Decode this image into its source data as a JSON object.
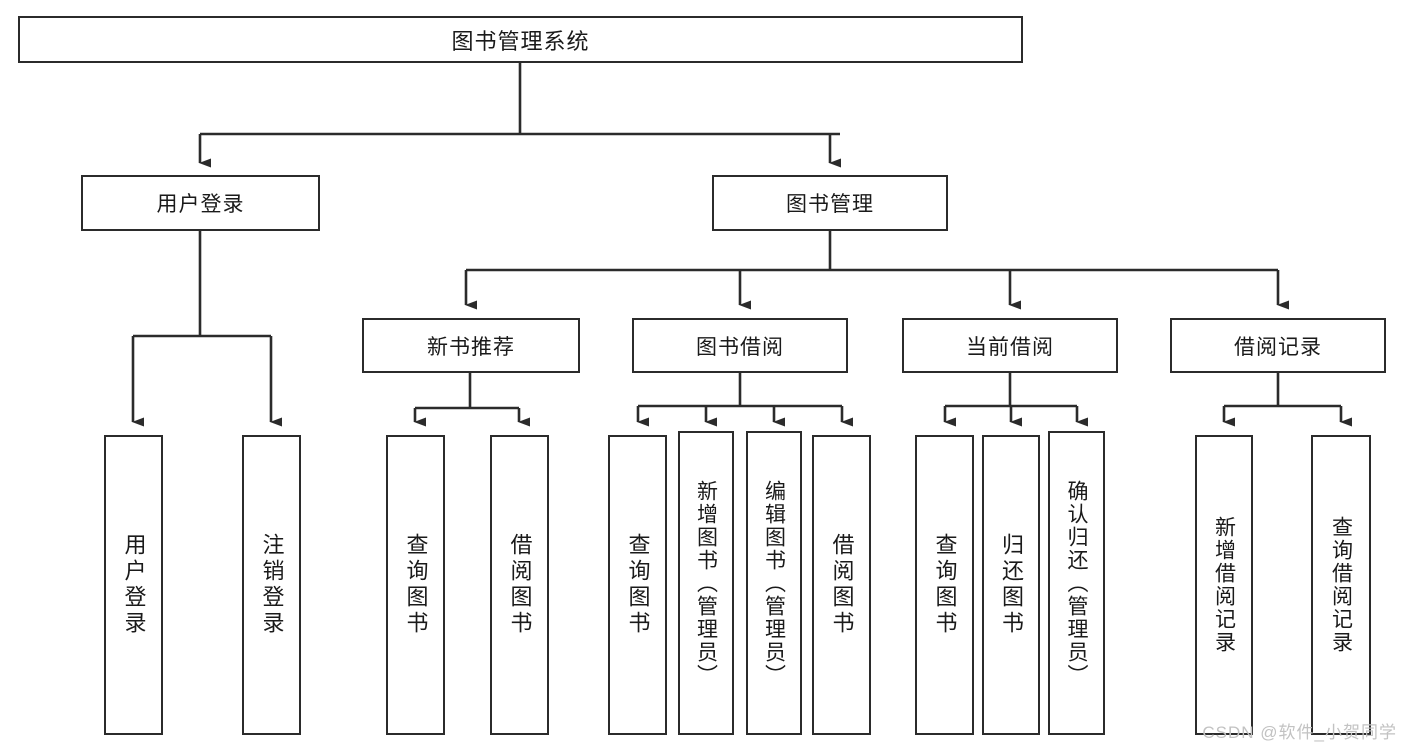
{
  "diagram": {
    "title": "图书管理系统",
    "type": "tree",
    "watermark": "CSDN @软件_小贺同学",
    "colors": {
      "box_border": "#2b2b2b",
      "box_fill": "#ffffff",
      "connector": "#2b2b2b",
      "text": "#1a1a1a",
      "watermark": "#c2c2c2"
    },
    "levels": {
      "root": {
        "label": "图书管理系统"
      },
      "level1": [
        {
          "id": "login",
          "label": "用户登录"
        },
        {
          "id": "book-manage",
          "label": "图书管理"
        }
      ],
      "level2": [
        {
          "id": "new-book",
          "label": "新书推荐"
        },
        {
          "id": "borrow",
          "label": "图书借阅"
        },
        {
          "id": "current-borrow",
          "label": "当前借阅"
        },
        {
          "id": "borrow-record",
          "label": "借阅记录"
        }
      ],
      "leaves": {
        "login": [
          {
            "id": "user-login",
            "label": "用户登录"
          },
          {
            "id": "user-logout",
            "label": "注销登录"
          }
        ],
        "new-book": [
          {
            "id": "query-book-1",
            "label": "查询图书"
          },
          {
            "id": "borrow-book-1",
            "label": "借阅图书"
          }
        ],
        "borrow": [
          {
            "id": "query-book-2",
            "label": "查询图书"
          },
          {
            "id": "add-book",
            "label": "新增图书（管理员）"
          },
          {
            "id": "edit-book",
            "label": "编辑图书（管理员）"
          },
          {
            "id": "borrow-book-2",
            "label": "借阅图书"
          }
        ],
        "current-borrow": [
          {
            "id": "query-book-3",
            "label": "查询图书"
          },
          {
            "id": "return-book",
            "label": "归还图书"
          },
          {
            "id": "confirm-return",
            "label": "确认归还（管理员）"
          }
        ],
        "borrow-record": [
          {
            "id": "add-record",
            "label": "新增借阅记录"
          },
          {
            "id": "query-record",
            "label": "查询借阅记录"
          }
        ]
      }
    }
  }
}
